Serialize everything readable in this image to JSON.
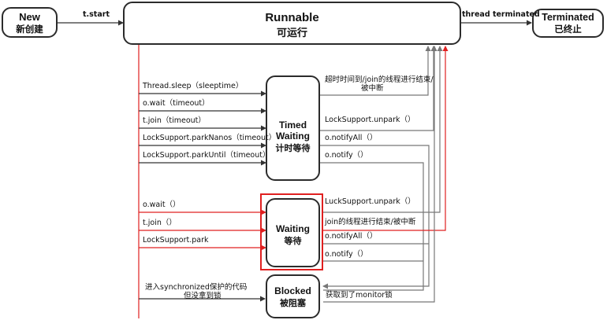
{
  "states": {
    "new": {
      "en": "New",
      "zh": "新创建"
    },
    "runnable": {
      "en": "Runnable",
      "zh": "可运行"
    },
    "terminated": {
      "en": "Terminated",
      "zh": "已终止"
    },
    "timed_waiting": {
      "en1": "Timed",
      "en2": "Waiting",
      "zh": "计时等待"
    },
    "waiting": {
      "en": "Waiting",
      "zh": "等待"
    },
    "blocked": {
      "en": "Blocked",
      "zh": "被阻塞"
    }
  },
  "edges": {
    "start": "t.start",
    "thread_terminated": "thread terminated"
  },
  "to_timed_waiting": [
    "Thread.sleep（sleeptime）",
    "o.wait（timeout）",
    "t.join（timeout）",
    "LockSupport.parkNanos（timeout）",
    "LockSupport.parkUntil（timeout）"
  ],
  "from_timed_waiting": {
    "timeout_line1": "超时时间到/join的线程进行结束/",
    "timeout_line2": "被中断",
    "unpark": "LockSupport.unpark（）",
    "notify_all": "o.notifyAll（）",
    "notify": "o.notify（）"
  },
  "to_waiting": [
    "o.wait（）",
    "t.join（）",
    "LockSupport.park"
  ],
  "from_waiting": {
    "unpark": "LuckSupport.unpark（）",
    "join_end": "join的线程进行结束/被中断",
    "notify_all": "o.notifyAll（）",
    "notify": "o.notify（）"
  },
  "to_blocked": {
    "line1": "进入synchronized保护的代码",
    "line2": "但没拿到锁"
  },
  "from_blocked": "获取到了monitor锁",
  "colors": {
    "red": "#e02020",
    "dark": "#333333",
    "gray": "#777777",
    "highlight": "#e02020"
  }
}
